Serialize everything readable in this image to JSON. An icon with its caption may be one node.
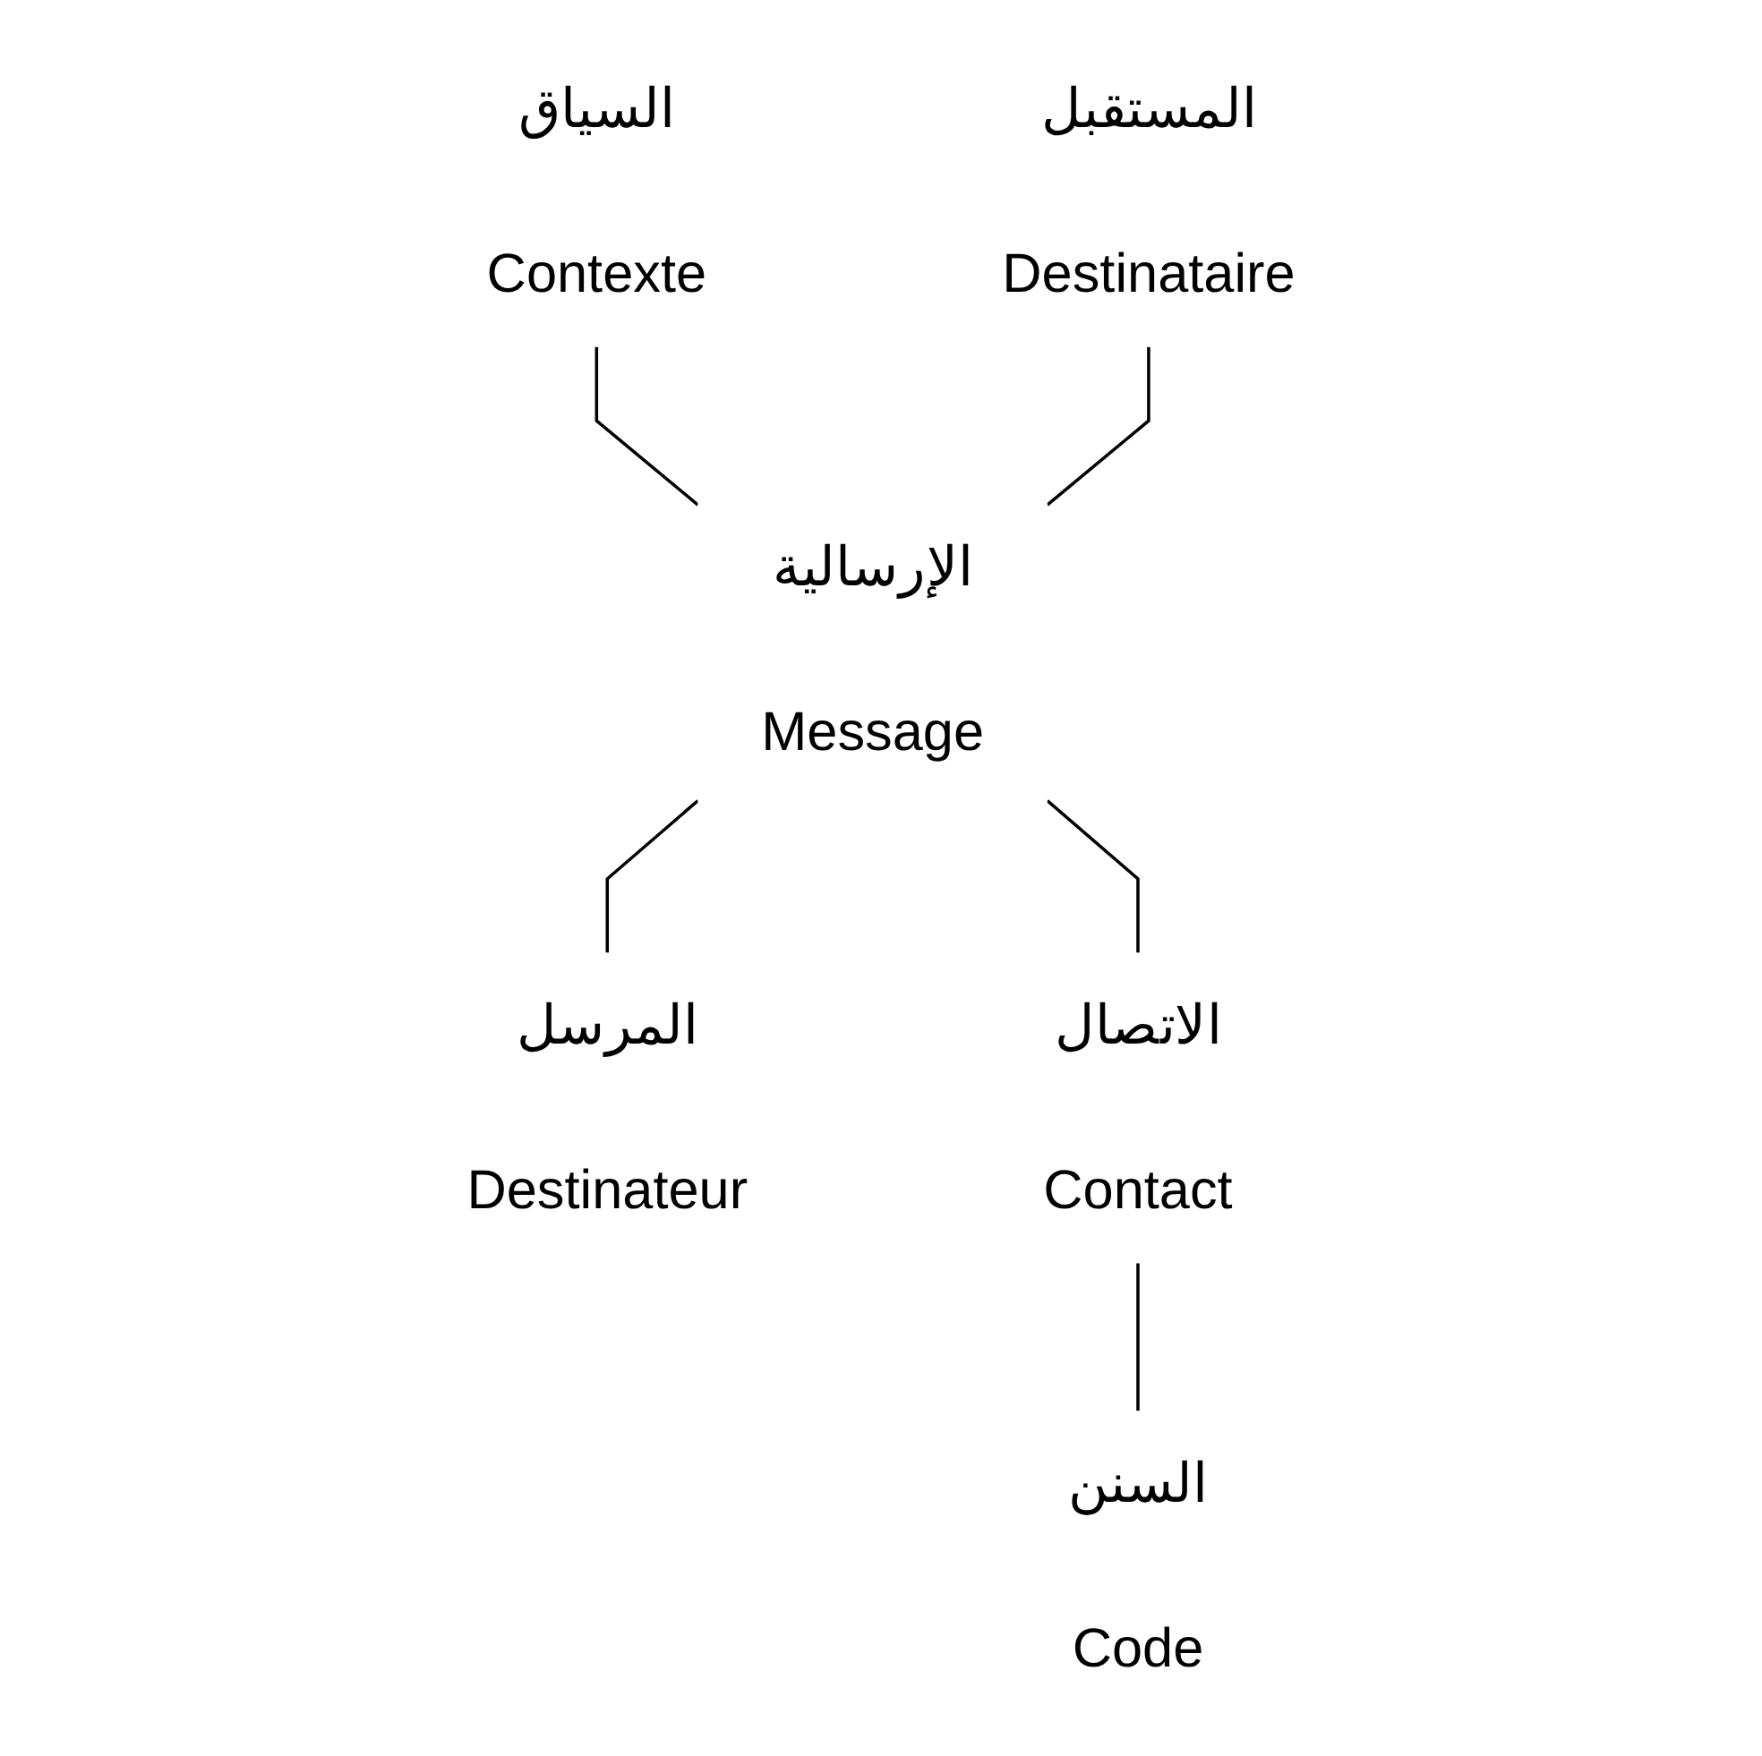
{
  "diagram": {
    "nodes": [
      {
        "text": [
          "السياق",
          "Contexte"
        ]
      },
      {
        "text": [
          "المستقبل",
          "Destinataire"
        ]
      },
      {
        "text": [
          "الإرسالية",
          "Message"
        ]
      },
      {
        "text": [
          "المرسل",
          "Destinateur"
        ]
      },
      {
        "text": [
          "الاتصال",
          "Contact"
        ]
      },
      {
        "text": [
          "السنن",
          "Code"
        ]
      }
    ],
    "edges": [
      {
        "from": 0,
        "to": 2,
        "arrow": "none"
      },
      {
        "from": 1,
        "to": 2,
        "arrow": "none"
      },
      {
        "from": 2,
        "to": 3,
        "arrow": "none"
      },
      {
        "from": 2,
        "to": 4,
        "arrow": "none"
      },
      {
        "from": 4,
        "to": 5,
        "arrow": "none"
      }
    ]
  }
}
